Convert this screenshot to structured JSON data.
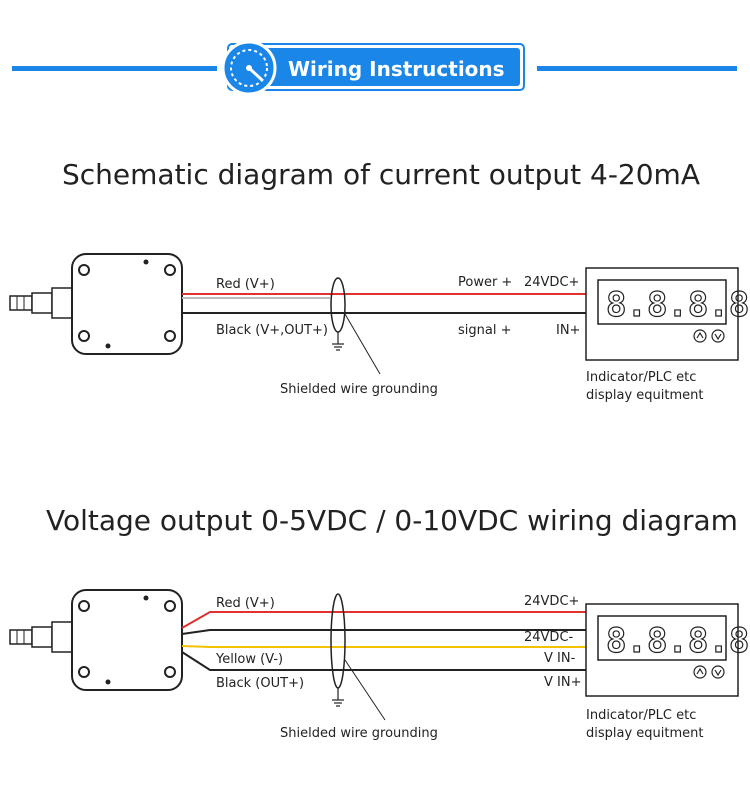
{
  "header": {
    "banner_text": "Wiring Instructions",
    "accent_color": "#1a86e8",
    "icon": "gauge-icon"
  },
  "diagram1": {
    "title": "Schematic diagram of current output 4-20mA",
    "wires": [
      {
        "label": "Red (V+)",
        "color": "#e03030"
      },
      {
        "label": "Black (V+,OUT+)",
        "color": "#222222"
      }
    ],
    "left_terminal_labels": [
      "Power +",
      "signal +"
    ],
    "terminals": [
      "24VDC+",
      "IN+"
    ],
    "shield_label": "Shielded wire grounding",
    "display_digits": "8.8.8.8",
    "device_label_line1": "Indicator/PLC etc",
    "device_label_line2": "display equitment"
  },
  "diagram2": {
    "title": "Voltage output 0-5VDC / 0-10VDC wiring diagram",
    "wires": [
      {
        "label": "Red (V+)",
        "color": "#e03030"
      },
      {
        "label": "",
        "color": "#222222"
      },
      {
        "label": "Yellow (V-)",
        "color": "#f2c200"
      },
      {
        "label": "Black (OUT+)",
        "color": "#222222"
      }
    ],
    "terminals": [
      "24VDC+",
      "24VDC-",
      "V IN-",
      "V IN+"
    ],
    "shield_label": "Shielded wire grounding",
    "display_digits": "8.8.8.8",
    "device_label_line1": "Indicator/PLC etc",
    "device_label_line2": "display equitment"
  }
}
